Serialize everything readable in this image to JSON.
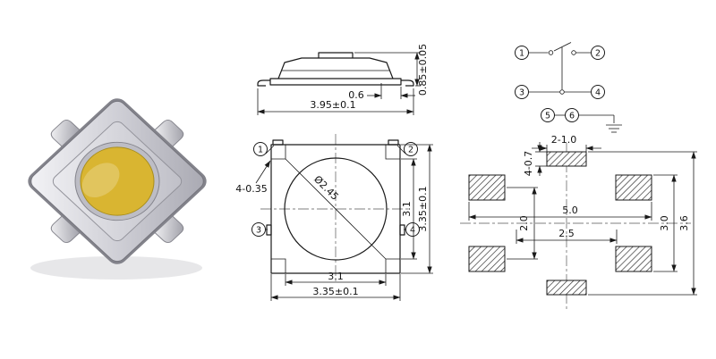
{
  "colors": {
    "line": "#1a1a1a",
    "button_yellow": "#d9b531",
    "metal_light": "#ececf1",
    "metal_dark": "#8e8e96"
  },
  "side_view": {
    "dim_stem": "0.6",
    "dim_width": "3.95±0.1",
    "dim_height": "0.85±0.05"
  },
  "top_view": {
    "pin1": "1",
    "pin2": "2",
    "pin3": "3",
    "pin4": "4",
    "dim_corner_tabs": "4-0.35",
    "dim_button_dia": "Ø2.45",
    "dim_inner_width": "3.1",
    "dim_overall_width": "3.35±0.1",
    "dim_inner_height": "3.1",
    "dim_overall_height": "3.35±0.1"
  },
  "schematic": {
    "pin1": "1",
    "pin2": "2",
    "pin3": "3",
    "pin4": "4",
    "pin5": "5",
    "pin6": "6"
  },
  "land_pattern": {
    "dim_center_pads": "2-1.0",
    "dim_side_pads": "4-0.7",
    "dim_row_pitch": "2.0",
    "dim_outer_span": "5.0",
    "dim_inner_span": "2.5",
    "dim_pad_span": "3.0",
    "dim_overall": "3.6"
  }
}
